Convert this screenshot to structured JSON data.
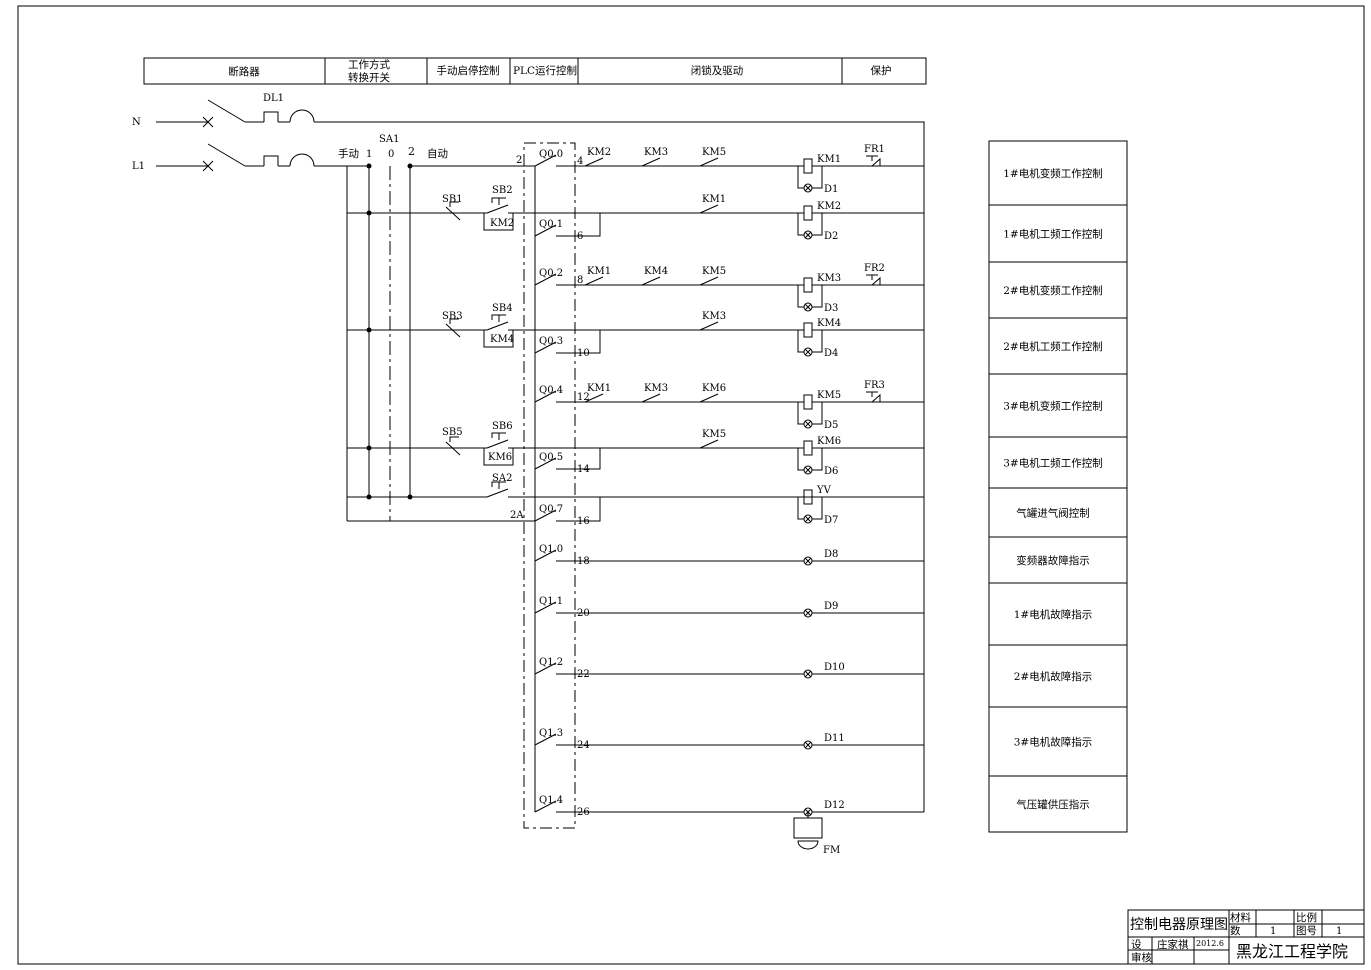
{
  "header": {
    "cols": [
      "断路器",
      "工作方式",
      "转换开关",
      "手动启停控制",
      "PLC运行控制",
      "闭锁及驱动",
      "保护"
    ]
  },
  "lines": {
    "n": "N",
    "l1": "L1",
    "dl": "DL1"
  },
  "sa1": {
    "name": "SA1",
    "manual": "手动",
    "auto": "自动",
    "p1": "1",
    "p0": "0",
    "p2": "2"
  },
  "plc": {
    "in_left": "2",
    "in_left2": "2A",
    "outputs": [
      {
        "label": "Q0.0",
        "num": "4"
      },
      {
        "label": "Q0.1",
        "num": "6"
      },
      {
        "label": "Q0.2",
        "num": "8"
      },
      {
        "label": "Q0.3",
        "num": "10"
      },
      {
        "label": "Q0.4",
        "num": "12"
      },
      {
        "label": "Q0.5",
        "num": "14"
      },
      {
        "label": "Q0.7",
        "num": "16"
      },
      {
        "label": "Q1.0",
        "num": "18"
      },
      {
        "label": "Q1.1",
        "num": "20"
      },
      {
        "label": "Q1.2",
        "num": "22"
      },
      {
        "label": "Q1.3",
        "num": "24"
      },
      {
        "label": "Q1.4",
        "num": "26"
      }
    ]
  },
  "buttons": {
    "sb1": "SB1",
    "sb2": "SB2",
    "sb3": "SB3",
    "sb4": "SB4",
    "sb5": "SB5",
    "sb6": "SB6",
    "sa2": "SA2",
    "km2": "KM2",
    "km4": "KM4",
    "km6": "KM6"
  },
  "contacts": {
    "r0": [
      "KM2",
      "KM3",
      "KM5"
    ],
    "r1": [
      "KM1"
    ],
    "r2": [
      "KM1",
      "KM4",
      "KM5"
    ],
    "r3": [
      "KM3"
    ],
    "r4": [
      "KM1",
      "KM3",
      "KM6"
    ],
    "r5": [
      "KM5"
    ]
  },
  "coils": {
    "c0": "KM1",
    "c1": "KM2",
    "c2": "KM3",
    "c3": "KM4",
    "c4": "KM5",
    "c5": "KM6",
    "c6": "YV",
    "d": [
      "D1",
      "D2",
      "D3",
      "D4",
      "D5",
      "D6",
      "D7",
      "D8",
      "D9",
      "D10",
      "D11",
      "D12"
    ],
    "fm": "FM"
  },
  "fr": [
    "FR1",
    "FR2",
    "FR3"
  ],
  "functions": [
    "1#电机变频工作控制",
    "1#电机工频工作控制",
    "2#电机变频工作控制",
    "2#电机工频工作控制",
    "3#电机变频工作控制",
    "3#电机工频工作控制",
    "气罐进气阀控制",
    "变频器故障指示",
    "1#电机故障指示",
    "2#电机故障指示",
    "3#电机故障指示",
    "气压罐供压指示"
  ],
  "title_block": {
    "title": "控制电器原理图",
    "material": "材料",
    "scale": "比例",
    "qty": "数",
    "qty_val": "1",
    "drawing_no": "图号",
    "drawing_no_val": "1",
    "design": "设",
    "designer": "庄家祺",
    "date": "2012.6",
    "review": "审核",
    "school": "黑龙江工程学院"
  }
}
